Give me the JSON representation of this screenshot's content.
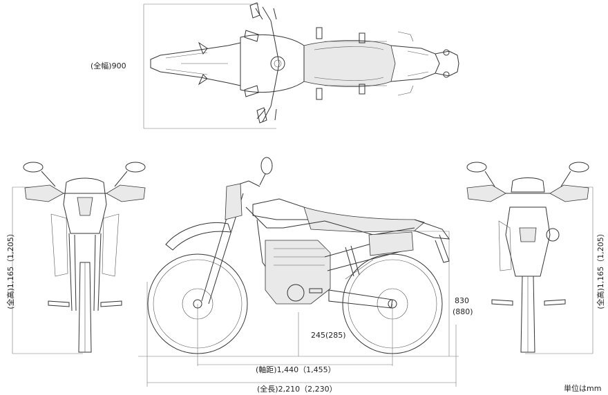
{
  "diagram": {
    "dimensions": {
      "overall_width": "(全幅)900",
      "overall_height_left": "(全高)1,165（1,205）",
      "overall_height_right": "(全高)1,165（1,205）",
      "seat_height": "830",
      "seat_height_alt": "(880)",
      "ground_clearance": "245(285)",
      "wheelbase": "(軸距)1,440（1,455）",
      "overall_length": "(全長)2,210（2,230）"
    },
    "unit_note": "単位はmm"
  }
}
